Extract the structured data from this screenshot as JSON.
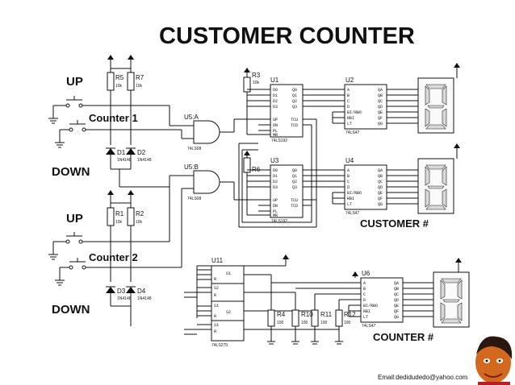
{
  "title": "CUSTOMER COUNTER",
  "labels": {
    "up1": "UP",
    "down1": "DOWN",
    "up2": "UP",
    "down2": "DOWN",
    "counter1": "Counter 1",
    "counter2": "Counter 2",
    "customer": "CUSTOMER #",
    "counter": "COUNTER #"
  },
  "components": {
    "r5": "R5",
    "r7": "R7",
    "r1": "R1",
    "r2": "R2",
    "r3": "R3",
    "r6": "R6",
    "r4": "R4",
    "r10": "R10",
    "r11": "R11",
    "r12": "R12",
    "res10k": "10k",
    "res100": "100",
    "d1": "D1",
    "d2": "D2",
    "d3": "D3",
    "d4": "D4",
    "diode": "1N4148",
    "u5a": "U5:A",
    "u5b": "U5:B",
    "gate": "74LS08",
    "u1": "U1",
    "u3": "U3",
    "counter_chip": "74LS192",
    "u2": "U2",
    "u4": "U4",
    "u6": "U6",
    "decoder_chip": "74LS47",
    "u11": "U11",
    "latch_chip": "74LS279"
  },
  "pins": {
    "counter_in": [
      "D0",
      "D1",
      "D2",
      "D3",
      "UP",
      "DN",
      "PL",
      "MR"
    ],
    "counter_out": [
      "Q0",
      "Q1",
      "Q2",
      "Q3",
      "TCU",
      "TCD"
    ],
    "decoder_in": [
      "A",
      "B",
      "C",
      "D",
      "BI/RBO",
      "RBI",
      "LT"
    ],
    "decoder_out": [
      "QA",
      "QB",
      "QC",
      "QD",
      "QE",
      "QF",
      "QG"
    ],
    "latch": [
      "S1",
      "R",
      "S2",
      "R",
      "S1",
      "S2",
      "R",
      "S1",
      "R"
    ]
  },
  "footer": {
    "email": "Email:dedidudedo@yahoo.com"
  }
}
